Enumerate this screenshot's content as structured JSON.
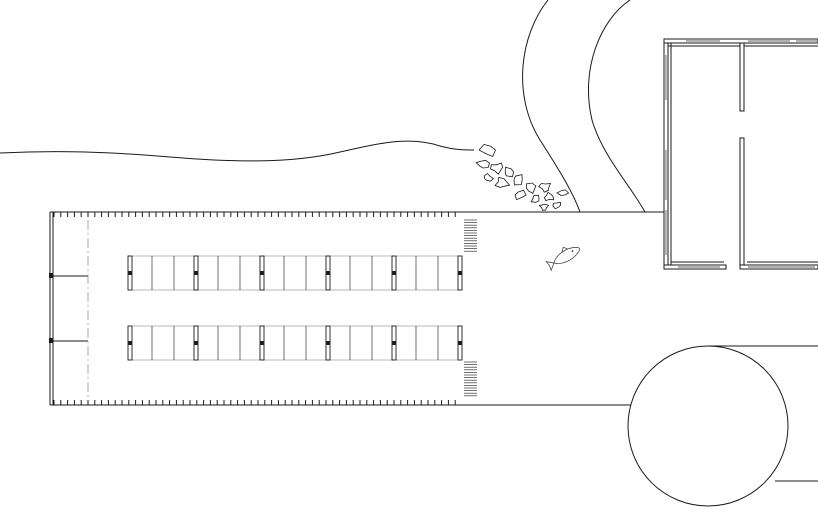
{
  "drawing": {
    "kind": "site-plan",
    "line_color": "#1a1a1a",
    "background": "#ffffff"
  },
  "elements": {
    "parking_structure": {
      "rows": 2,
      "bays_per_row": 15,
      "column_groups": 6
    },
    "building": {
      "wings": 2
    },
    "roundabout": {
      "shape": "circle"
    },
    "rock_cluster": {
      "rocks": 15
    },
    "fish_sculpture": {
      "icon": "fish-icon"
    },
    "landscape_curves": {
      "count": 3
    }
  }
}
